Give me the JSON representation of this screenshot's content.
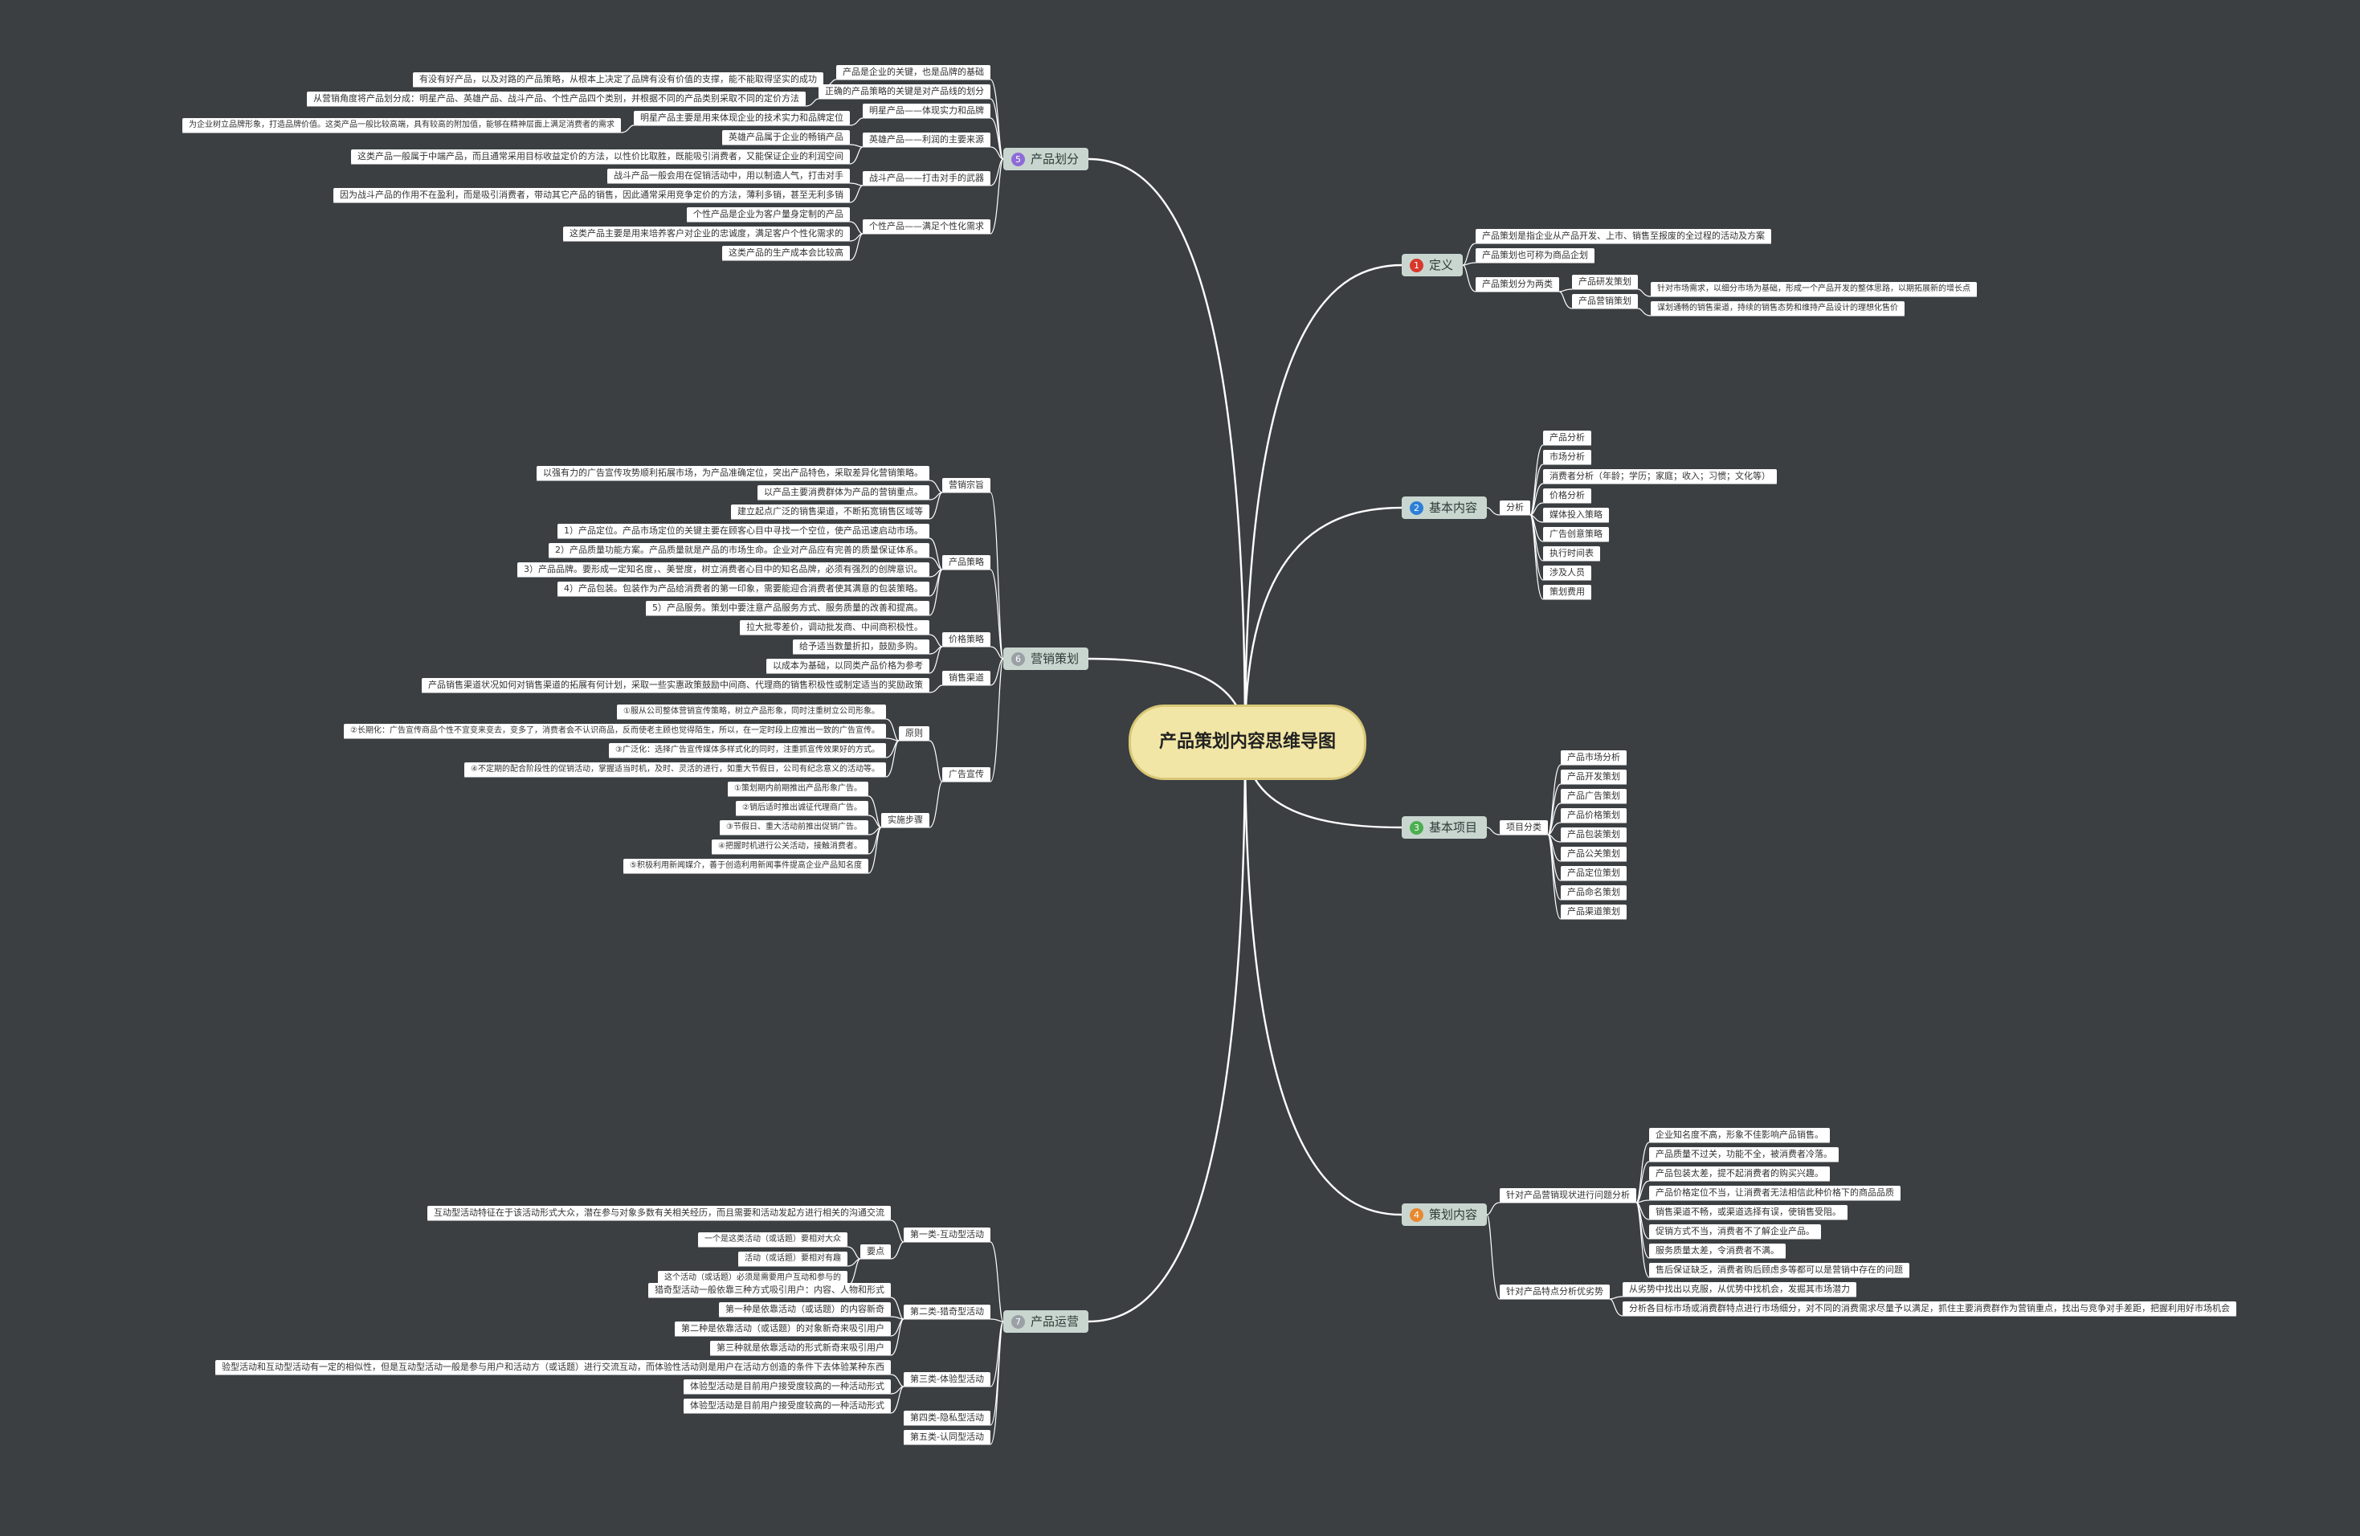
{
  "center": "产品策划内容思维导图",
  "left_branches": [
    {
      "id": 5,
      "label": "产品划分",
      "color": "#8e6bd6",
      "children": [
        {
          "label": "产品是企业的关键，也是品牌的基础",
          "children": [
            {
              "label": "有没有好产品，以及对路的产品策略，从根本上决定了品牌有没有价值的支撑，能不能取得坚实的成功"
            }
          ]
        },
        {
          "label": "正确的产品策略的关键是对产品线的划分",
          "children": [
            {
              "label": "从营销角度将产品划分成：明星产品、英雄产品、战斗产品、个性产品四个类别，并根据不同的产品类别采取不同的定价方法"
            }
          ]
        },
        {
          "label": "明星产品——体现实力和品牌",
          "children": [
            {
              "label": "明星产品主要是用来体现企业的技术实力和品牌定位",
              "children": [
                {
                  "label": "为企业树立品牌形象，打造品牌价值。这类产品一般比较高端，具有较高的附加值，能够在精神层面上满足消费者的需求"
                }
              ]
            }
          ]
        },
        {
          "label": "英雄产品——利润的主要来源",
          "children": [
            {
              "label": "英雄产品属于企业的畅销产品"
            },
            {
              "label": "这类产品一般属于中端产品，而且通常采用目标收益定价的方法，以性价比取胜，既能吸引消费者，又能保证企业的利润空间"
            }
          ]
        },
        {
          "label": "战斗产品——打击对手的武器",
          "children": [
            {
              "label": "战斗产品一般会用在促销活动中，用以制造人气，打击对手"
            },
            {
              "label": "因为战斗产品的作用不在盈利，而是吸引消费者，带动其它产品的销售，因此通常采用竞争定价的方法，薄利多销，甚至无利多销"
            }
          ]
        },
        {
          "label": "个性产品——满足个性化需求",
          "children": [
            {
              "label": "个性产品是企业为客户量身定制的产品"
            },
            {
              "label": "这类产品主要是用来培养客户对企业的忠诚度，满足客户个性化需求的"
            },
            {
              "label": "这类产品的生产成本会比较高"
            }
          ]
        }
      ]
    },
    {
      "id": 6,
      "label": "营销策划",
      "color": "#9aa0a6",
      "children": [
        {
          "label": "营销宗旨",
          "children": [
            {
              "label": "以强有力的广告宣传攻势顺利拓展市场，为产品准确定位，突出产品特色，采取差异化营销策略。"
            },
            {
              "label": "以产品主要消费群体为产品的营销重点。"
            },
            {
              "label": "建立起点广泛的销售渠道，不断拓宽销售区域等"
            }
          ]
        },
        {
          "label": "产品策略",
          "children": [
            {
              "label": "1）产品定位。产品市场定位的关键主要在顾客心目中寻找一个空位，使产品迅速启动市场。"
            },
            {
              "label": "2）产品质量功能方案。产品质量就是产品的市场生命。企业对产品应有完善的质量保证体系。"
            },
            {
              "label": "3）产品品牌。要形成一定知名度，、美誉度，树立消费者心目中的知名品牌，必须有强烈的创牌意识。"
            },
            {
              "label": "4）产品包装。包装作为产品给消费者的第一印象，需要能迎合消费者使其满意的包装策略。"
            },
            {
              "label": "5）产品服务。策划中要注意产品服务方式、服务质量的改善和提高。"
            }
          ]
        },
        {
          "label": "价格策略",
          "children": [
            {
              "label": "拉大批零差价，调动批发商、中间商积极性。"
            },
            {
              "label": "给予适当数量折扣，鼓励多购。"
            },
            {
              "label": "以成本为基础，以同类产品价格为参考"
            }
          ]
        },
        {
          "label": "销售渠道",
          "children": [
            {
              "label": "产品销售渠道状况如何对销售渠道的拓展有何计划，采取一些实惠政策鼓励中间商、代理商的销售积极性或制定适当的奖励政策"
            }
          ]
        },
        {
          "label": "广告宣传",
          "children": [
            {
              "label": "原则",
              "children": [
                {
                  "label": "①服从公司整体营销宣传策略，树立产品形象，同时注重树立公司形象。"
                },
                {
                  "label": "②长期化：广告宣传商品个性不宜变来变去，变多了，消费者会不认识商品，反而使老主顾也觉得陌生，所以，在一定时段上应推出一致的广告宣传。"
                },
                {
                  "label": "③广泛化：选择广告宣传媒体多样式化的同时，注重抓宣传效果好的方式。"
                },
                {
                  "label": "④不定期的配合阶段性的促销活动，掌握适当时机，及时、灵活的进行，如重大节假日，公司有纪念意义的活动等。"
                }
              ]
            },
            {
              "label": "实施步骤",
              "children": [
                {
                  "label": "①策划期内前期推出产品形象广告。"
                },
                {
                  "label": "②销后适时推出诚征代理商广告。"
                },
                {
                  "label": "③节假日、重大活动前推出促销广告。"
                },
                {
                  "label": "④把握时机进行公关活动，接触消费者。"
                },
                {
                  "label": "⑤积极利用新闻媒介，善于创造利用新闻事件提高企业产品知名度"
                }
              ]
            }
          ]
        }
      ]
    },
    {
      "id": 7,
      "label": "产品运营",
      "color": "#9aa0a6",
      "children": [
        {
          "label": "第一类-互动型活动",
          "children": [
            {
              "label": "互动型活动特征在于该活动形式大众，潜在参与对象多数有关相关经历，而且需要和活动发起方进行相关的沟通交流"
            },
            {
              "label": "要点",
              "children": [
                {
                  "label": "一个是这类活动（或话题）要相对大众"
                },
                {
                  "label": "活动（或话题）要相对有趣"
                },
                {
                  "label": "这个活动（或话题）必须是需要用户互动和参与的"
                }
              ]
            }
          ]
        },
        {
          "label": "第二类-猎奇型活动",
          "children": [
            {
              "label": "猎奇型活动一般依靠三种方式吸引用户：内容、人物和形式"
            },
            {
              "label": "第一种是依靠活动（或话题）的内容新奇"
            },
            {
              "label": "第二种是依靠活动（或话题）的对象新奇来吸引用户"
            },
            {
              "label": "第三种就是依靠活动的形式新奇来吸引用户"
            }
          ]
        },
        {
          "label": "第三类-体验型活动",
          "children": [
            {
              "label": "验型活动和互动型活动有一定的相似性，但是互动型活动一般是参与用户和活动方（或话题）进行交流互动，而体验性活动则是用户在活动方创造的条件下去体验某种东西"
            },
            {
              "label": "体验型活动是目前用户接受度较高的一种活动形式"
            },
            {
              "label": "体验型活动是目前用户接受度较高的一种活动形式"
            }
          ]
        },
        {
          "label": "第四类-隐私型活动"
        },
        {
          "label": "第五类-认同型活动"
        }
      ]
    }
  ],
  "right_branches": [
    {
      "id": 1,
      "label": "定义",
      "color": "#d9372b",
      "children": [
        {
          "label": "产品策划是指企业从产品开发、上市、销售至报废的全过程的活动及方案"
        },
        {
          "label": "产品策划也可称为商品企划"
        },
        {
          "label": "产品策划分为两类",
          "children": [
            {
              "label": "产品研发策划",
              "children": [
                {
                  "label": "针对市场需求，以细分市场为基础，形成一个产品开发的整体思路，以期拓展新的增长点"
                }
              ]
            },
            {
              "label": "产品营销策划",
              "children": [
                {
                  "label": "谋划通畅的销售渠道，持续的销售态势和维持产品设计的理想化售价"
                }
              ]
            }
          ]
        }
      ]
    },
    {
      "id": 2,
      "label": "基本内容",
      "color": "#2d7fd8",
      "children": [
        {
          "label": "分析",
          "children": [
            {
              "label": "产品分析"
            },
            {
              "label": "市场分析"
            },
            {
              "label": "消费者分析（年龄；学历；家庭；收入；习惯；文化等）"
            },
            {
              "label": "价格分析"
            },
            {
              "label": "媒体投入策略"
            },
            {
              "label": "广告创意策略"
            },
            {
              "label": "执行时间表"
            },
            {
              "label": "涉及人员"
            },
            {
              "label": "策划费用"
            }
          ]
        }
      ]
    },
    {
      "id": 3,
      "label": "基本项目",
      "color": "#4caf50",
      "children": [
        {
          "label": "项目分类",
          "children": [
            {
              "label": "产品市场分析"
            },
            {
              "label": "产品开发策划"
            },
            {
              "label": "产品广告策划"
            },
            {
              "label": "产品价格策划"
            },
            {
              "label": "产品包装策划"
            },
            {
              "label": "产品公关策划"
            },
            {
              "label": "产品定位策划"
            },
            {
              "label": "产品命名策划"
            },
            {
              "label": "产品渠道策划"
            }
          ]
        }
      ]
    },
    {
      "id": 4,
      "label": "策划内容",
      "color": "#e8892f",
      "children": [
        {
          "label": "针对产品营销现状进行问题分析",
          "children": [
            {
              "label": "企业知名度不高，形象不佳影响产品销售。"
            },
            {
              "label": "产品质量不过关，功能不全，被消费者冷落。"
            },
            {
              "label": "产品包装太差，提不起消费者的购买兴趣。"
            },
            {
              "label": "产品价格定位不当，让消费者无法相信此种价格下的商品品质"
            },
            {
              "label": "销售渠道不畅，或渠道选择有误，使销售受阻。"
            },
            {
              "label": "促销方式不当，消费者不了解企业产品。"
            },
            {
              "label": "服务质量太差，令消费者不满。"
            },
            {
              "label": "售后保证缺乏，消费者购后顾虑多等都可以是营销中存在的问题"
            }
          ]
        },
        {
          "label": "针对产品特点分析优劣势",
          "children": [
            {
              "label": "从劣势中找出以克服，从优势中找机会，发掘其市场潜力"
            },
            {
              "label": "分析各目标市场或消费群特点进行市场细分，对不同的消费需求尽量予以满足，抓住主要消费群作为营销重点，找出与竞争对手差距，把握利用好市场机会"
            }
          ]
        }
      ]
    }
  ]
}
